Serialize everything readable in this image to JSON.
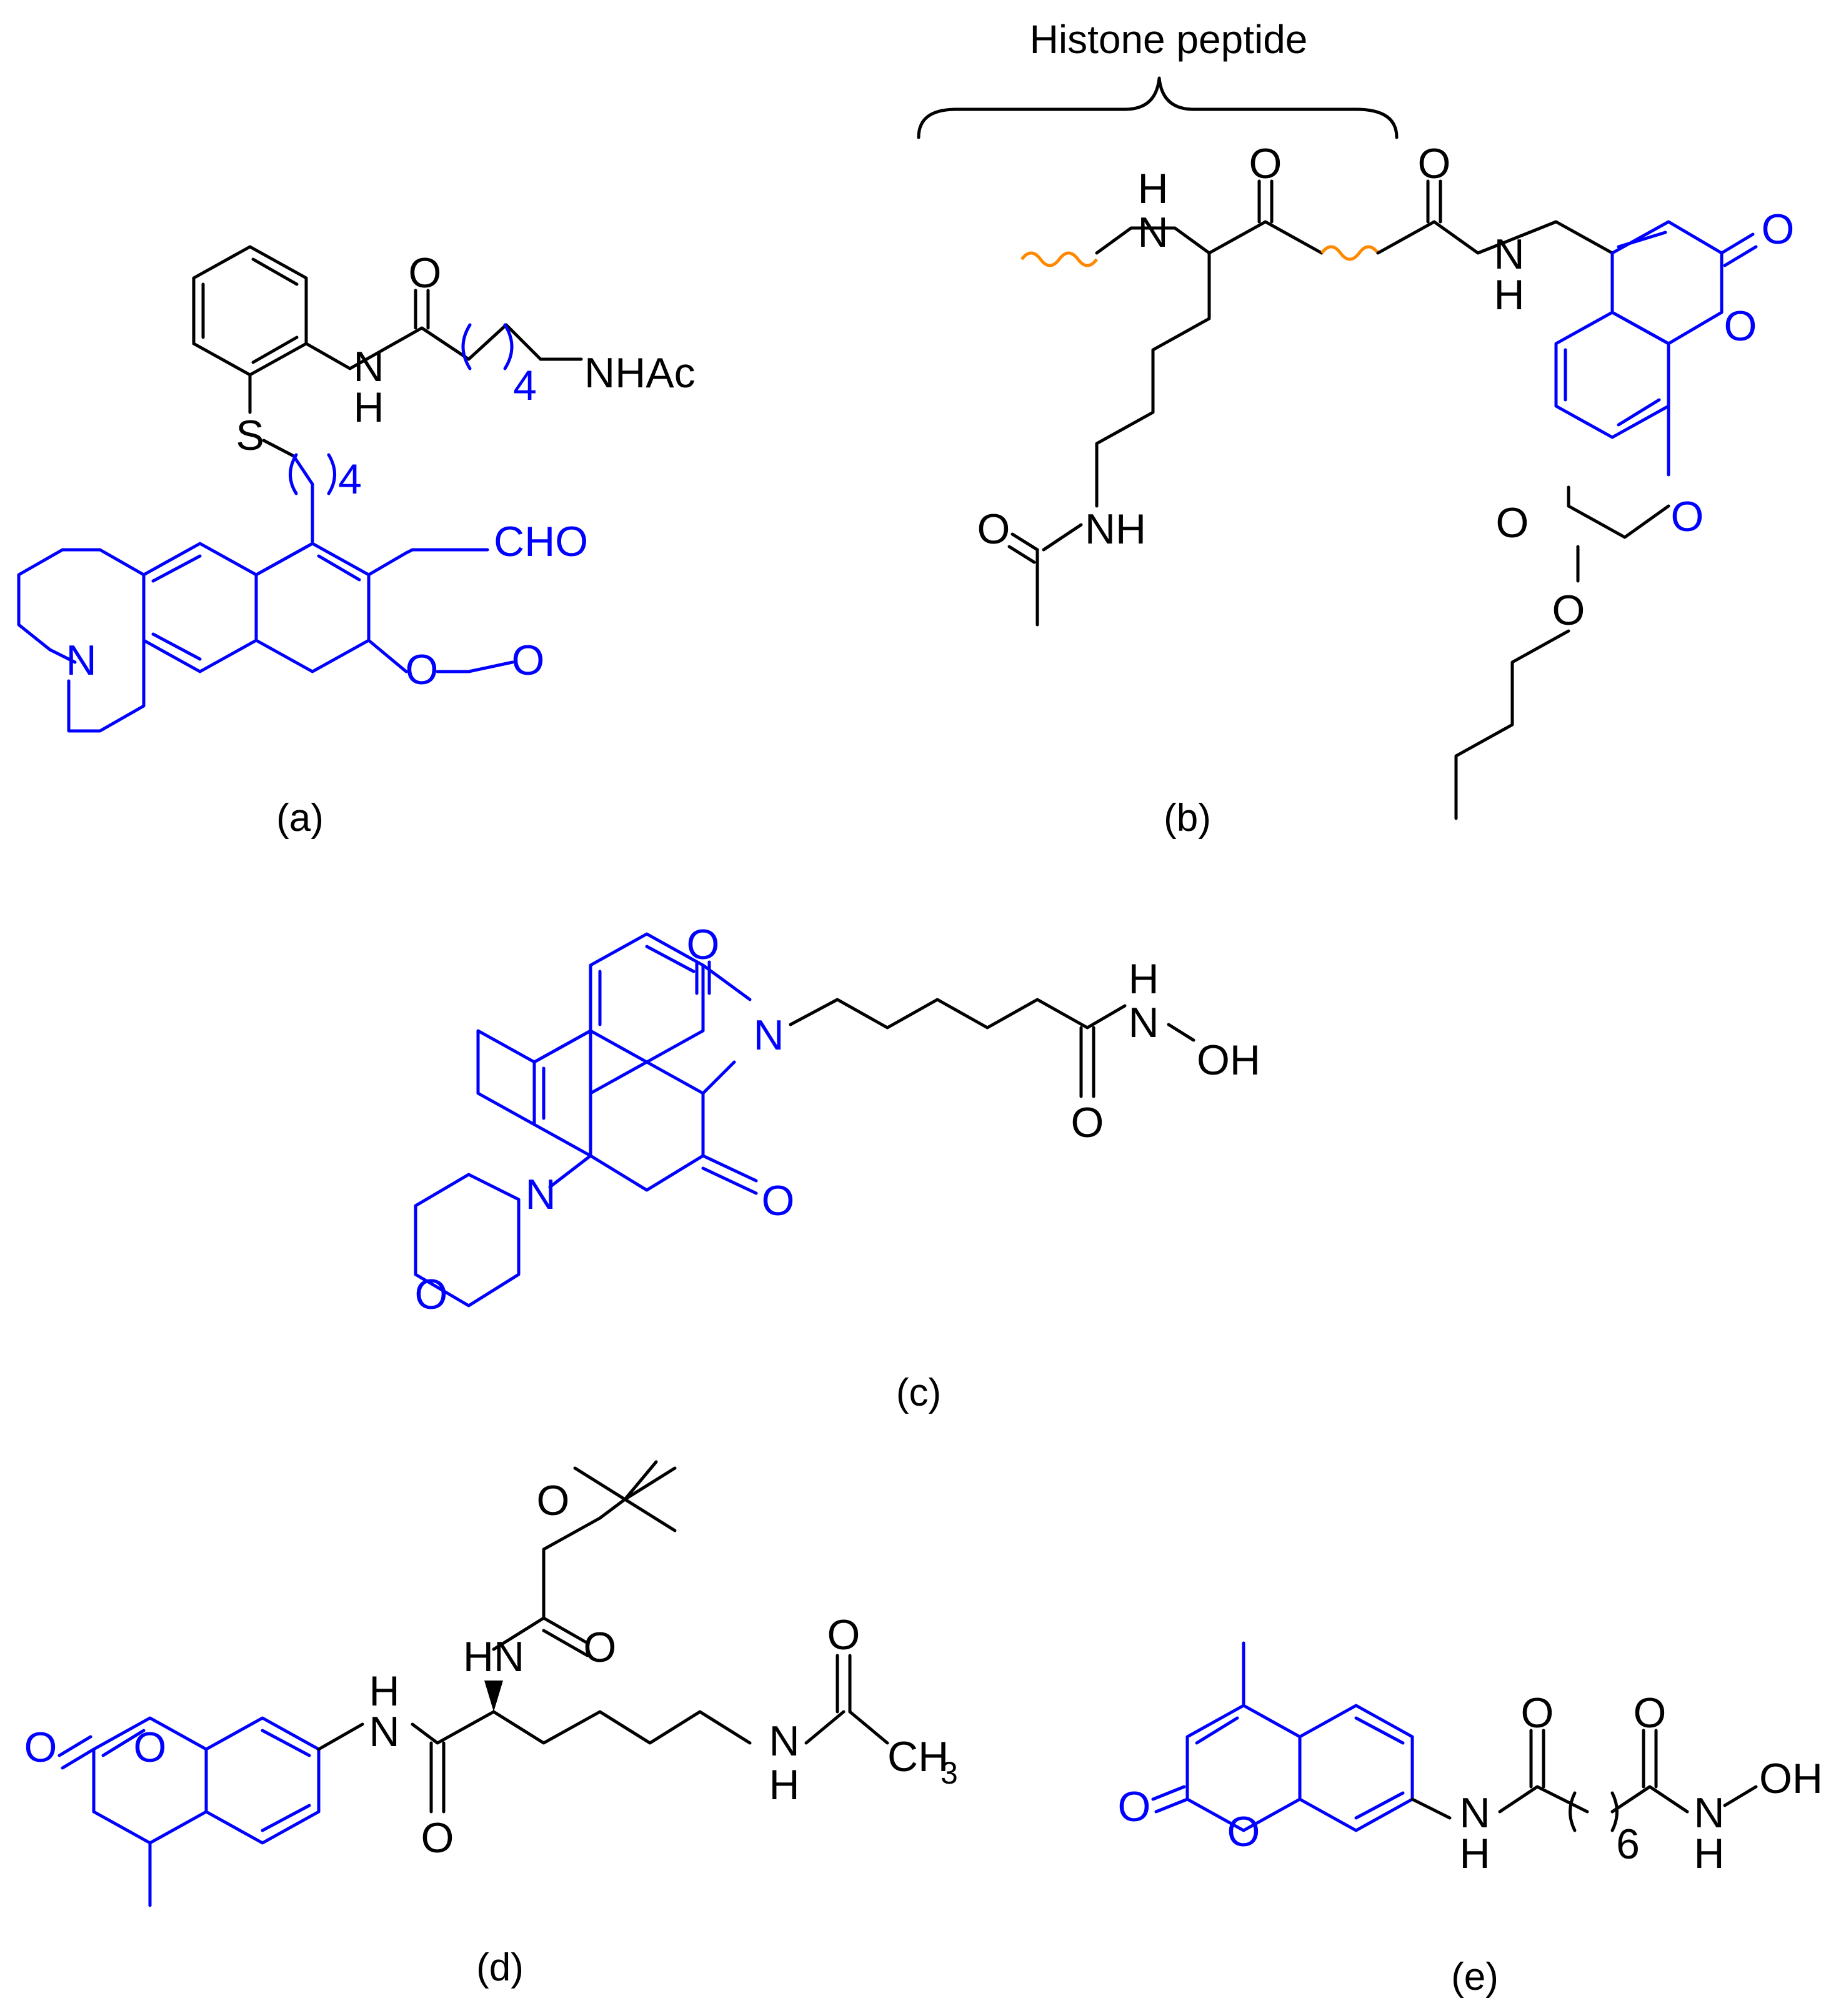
{
  "colors": {
    "fluorophore": "#0000ff",
    "bond": "#000000",
    "peptide_wavy": "#ff8800"
  },
  "panel_a": {
    "label": "(a)",
    "atoms": {
      "O1": "O",
      "N1": "N",
      "H1": "H",
      "sub4a": "4",
      "NHAc": "NHAc",
      "S": "S",
      "sub4b": "4",
      "CHO": "CHO",
      "N2": "N",
      "O2": "O",
      "O3": "O"
    }
  },
  "panel_b": {
    "label": "(b)",
    "annotation": "Histone peptide",
    "atoms": {
      "O1": "O",
      "O2": "O",
      "N1": "N",
      "H1": "H",
      "N2": "N",
      "H2": "H",
      "O3": "O",
      "O4": "O",
      "NH": "NH",
      "O5": "O",
      "O6": "O",
      "O7": "O",
      "O8": "O"
    }
  },
  "panel_c": {
    "label": "(c)",
    "atoms": {
      "O1": "O",
      "N1": "N",
      "O2": "O",
      "H1": "H",
      "N2": "N",
      "OH": "OH",
      "O3": "O",
      "N3": "N",
      "O4": "O"
    }
  },
  "panel_d": {
    "label": "(d)",
    "atoms": {
      "O1": "O",
      "O2": "O",
      "HN": "HN",
      "O3": "O",
      "N1": "N",
      "H1": "H",
      "O4": "O",
      "O5": "O",
      "N2": "N",
      "H2": "H",
      "CH": "CH",
      "sub3": "3"
    }
  },
  "panel_e": {
    "label": "(e)",
    "atoms": {
      "O1": "O",
      "O2": "O",
      "N1": "N",
      "H1": "H",
      "O3": "O",
      "O4": "O",
      "sub6": "6",
      "N2": "N",
      "H2": "H",
      "OH": "OH"
    }
  }
}
